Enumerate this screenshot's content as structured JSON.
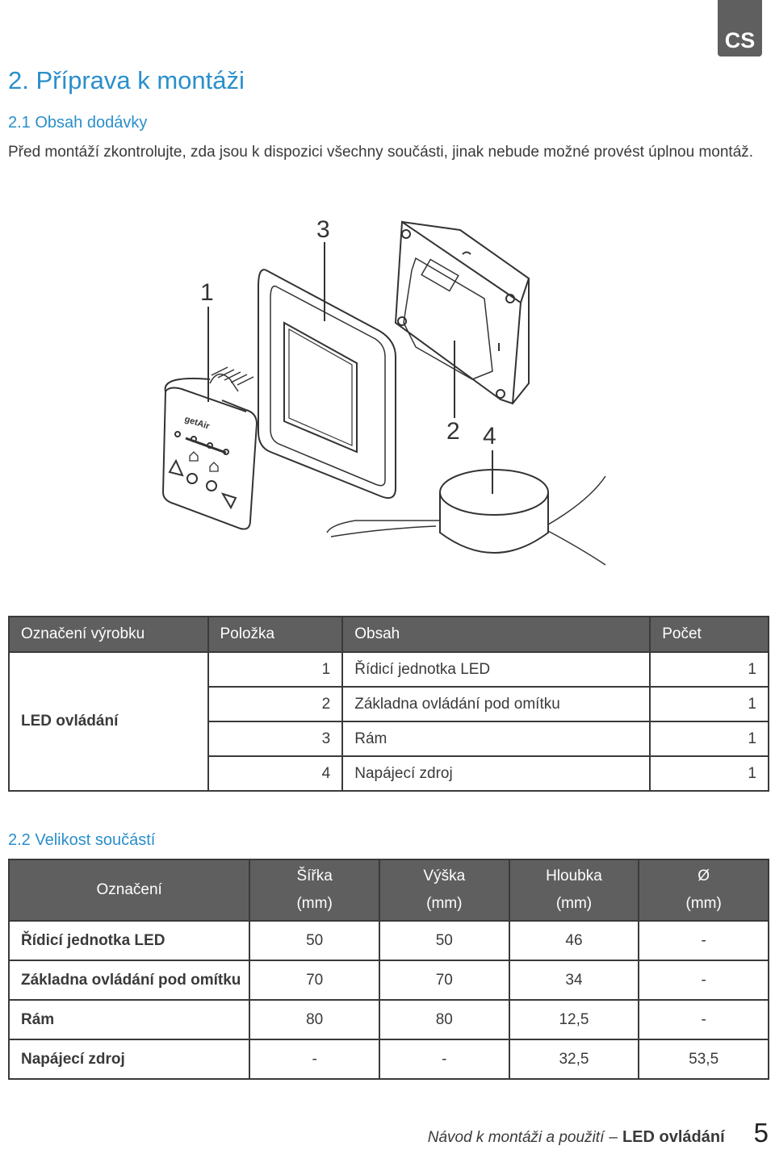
{
  "lang_tab": "CS",
  "heading": "2. Příprava k montáži",
  "section_2_1": {
    "title": "2.1 Obsah dodávky",
    "intro": "Před montáží zkontrolujte, zda jsou k dispozici všechny součásti, jinak nebude možné provést úplnou montáž."
  },
  "figure": {
    "callouts": [
      "1",
      "3",
      "2",
      "4"
    ],
    "device_brand": "getAir"
  },
  "contents_table": {
    "headers": [
      "Označení výrobku",
      "Položka",
      "Obsah",
      "Počet"
    ],
    "product": "LED ovládání",
    "rows": [
      {
        "item": "1",
        "content": "Řídicí jednotka LED",
        "count": "1"
      },
      {
        "item": "2",
        "content": "Základna ovládání pod omítku",
        "count": "1"
      },
      {
        "item": "3",
        "content": "Rám",
        "count": "1"
      },
      {
        "item": "4",
        "content": "Napájecí zdroj",
        "count": "1"
      }
    ]
  },
  "section_2_2": {
    "title": "2.2 Velikost součástí",
    "headers": [
      {
        "l1": "Označení",
        "l2": ""
      },
      {
        "l1": "Šířka",
        "l2": "(mm)"
      },
      {
        "l1": "Výška",
        "l2": "(mm)"
      },
      {
        "l1": "Hloubka",
        "l2": "(mm)"
      },
      {
        "l1": "Ø",
        "l2": "(mm)"
      }
    ],
    "rows": [
      [
        "Řídicí jednotka LED",
        "50",
        "50",
        "46",
        "-"
      ],
      [
        "Základna ovládání pod omítku",
        "70",
        "70",
        "34",
        "-"
      ],
      [
        "Rám",
        "80",
        "80",
        "12,5",
        "-"
      ],
      [
        "Napájecí zdroj",
        "-",
        "-",
        "32,5",
        "53,5"
      ]
    ]
  },
  "footer": {
    "manual": "Návod k montáži a použití",
    "dash": "–",
    "product": "LED ovládání",
    "page": "5"
  }
}
